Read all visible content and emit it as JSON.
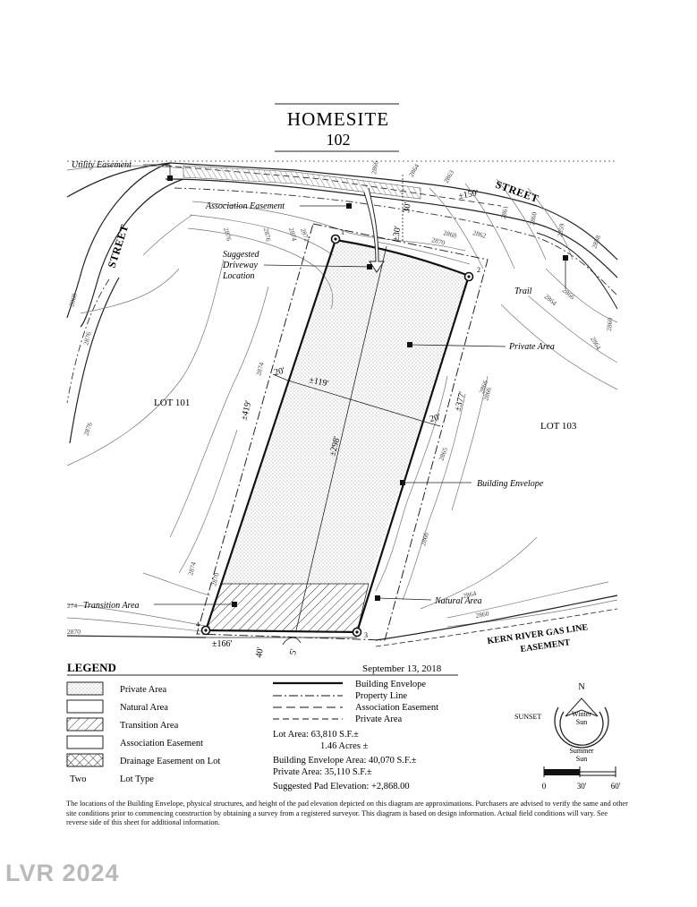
{
  "title": "HOMESITE",
  "homesite_number": "102",
  "streets": {
    "top": "STREET",
    "left": "STREET"
  },
  "callouts": {
    "utility_easement": "Utility Easement",
    "association_easement": "Association Easement",
    "driveway_l1": "Suggested",
    "driveway_l2": "Driveway",
    "driveway_l3": "Location",
    "trail": "Trail",
    "private_area": "Private Area",
    "building_envelope": "Building Envelope",
    "natural_area": "Natural Area",
    "transition_area": "Transition Area",
    "kern_l1": "KERN RIVER GAS LINE",
    "kern_l2": "EASEMENT"
  },
  "lots": {
    "left": "LOT 101",
    "right": "LOT 103"
  },
  "dimensions": {
    "top_frontage": "±159'",
    "setback_top": "30'",
    "front_depth": "±30'",
    "width_119": "±119'",
    "side_20_left": "20'",
    "side_20_right": "20'",
    "left_length": "±419'",
    "right_length": "±377'",
    "center_length": "±298'",
    "bottom_width": "±166'",
    "bottom_40": "40'",
    "bottom_5": "5'"
  },
  "points": [
    "1",
    "2",
    "3",
    "4"
  ],
  "contours": {
    "c2866a": "2866",
    "c2864a": "2864",
    "c2863": "2863",
    "c2861": "2861",
    "c2860a": "2860",
    "c2859": "2859",
    "c2858": "2858",
    "c2876a": "2876",
    "c2874a": "2874",
    "c2872": "2872",
    "c2876b": "2876",
    "c2870a": "2870",
    "c2868a": "2868",
    "c2862": "2862",
    "c2864b": "2864",
    "c2866b": "2866",
    "c2860b": "2860",
    "c2864c": "2864",
    "c2866c": "2866",
    "c2865": "2865",
    "c2874b": "2874",
    "c2876c": "2876",
    "c2866d": "2866",
    "c2874c": "2874",
    "c2870b": "2870",
    "c2864d": "2864",
    "c2860c": "2860",
    "c2870c": "2870",
    "c274": "274",
    "c2868b": "2868",
    "c2876d": "2876",
    "c2866e": "2866"
  },
  "legend": {
    "heading": "LEGEND",
    "date": "September 13, 2018",
    "swatches": [
      "Private Area",
      "Natural Area",
      "Transition Area",
      "Association Easement",
      "Drainage Easement on Lot"
    ],
    "lot_type_value": "Two",
    "lot_type_label": "Lot Type",
    "lines": [
      "Building Envelope",
      "Property Line",
      "Association Easement",
      "Private Area"
    ],
    "stats": {
      "lot_area": "Lot Area: 63,810 S.F.±",
      "acres": "1.46 Acres ±",
      "envelope_area": "Building Envelope Area: 40,070 S.F.±",
      "private_area": "Private Area: 35,110 S.F.±",
      "pad_elevation": "Suggested Pad Elevation: +2,868.00"
    }
  },
  "compass": {
    "north": "N",
    "sunset": "SUNSET",
    "winter_l1": "Winter",
    "winter_l2": "Sun",
    "summer_l1": "Summer",
    "summer_l2": "Sun"
  },
  "scale": [
    "0",
    "30'",
    "60'"
  ],
  "disclaimer": "The locations of the Building Envelope, physical structures, and height of the pad elevation depicted on this diagram are approximations. Purchasers are advised to verify the same and other site conditions prior to commencing construction by obtaining a survey from a registered surveyor. This diagram is based on design information. Actual field conditions will vary. See reverse side of this sheet for additional information.",
  "watermark": "LVR 2024"
}
